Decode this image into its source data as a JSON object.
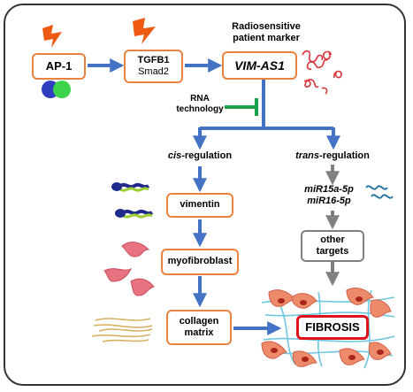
{
  "diagram": {
    "ap1": "AP-1",
    "tgfb1": "TGFB1",
    "smad2": "Smad2",
    "marker_line1": "Radiosensitive",
    "marker_line2": "patient marker",
    "vim_as1": "VIM-AS1",
    "rna_line1": "RNA",
    "rna_line2": "technology",
    "cis_prefix": "cis",
    "cis_suffix": "-regulation",
    "trans_prefix": "trans",
    "trans_suffix": "-regulation",
    "vimentin": "vimentin",
    "myofibroblast": "myofibroblast",
    "collagen_line1": "collagen",
    "collagen_line2": "matrix",
    "mir1": "miR15a-5p",
    "mir2": "miR16-5p",
    "other_line1": "other",
    "other_line2": "targets",
    "fibrosis": "FIBROSIS"
  },
  "colors": {
    "arrow_blue": "#4472c4",
    "box_border_orange": "#e8823e",
    "inhibitor_green": "#1aa34a",
    "gray": "#808080",
    "fibrosis_red": "#e0131c",
    "lightning_orange": "#ee5a12"
  },
  "icons": [
    "lightning-bolt-icon",
    "dimer-circles-icon",
    "rna-squiggle-icon",
    "helix-protein-icon",
    "fibroblast-cell-icon",
    "collagen-fiber-icon",
    "microrna-wave-icon",
    "fibrotic-tissue-icon"
  ]
}
